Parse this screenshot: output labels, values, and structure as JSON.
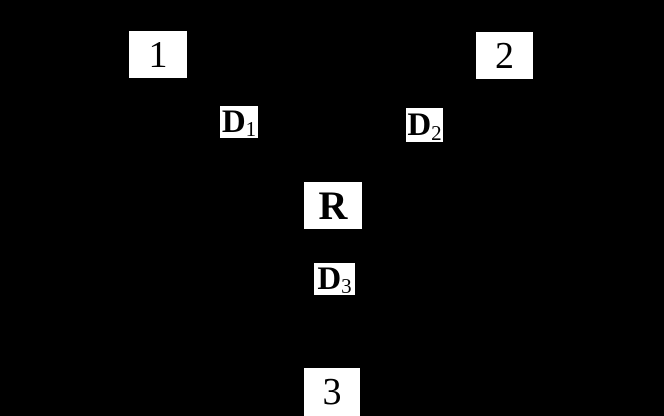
{
  "figure": {
    "colors": {
      "background": "#000000",
      "node_fill": "#ffffff",
      "text": "#000000"
    },
    "nodes": {
      "source1": {
        "label": "1"
      },
      "source2": {
        "label": "2"
      },
      "relay": {
        "label": "R"
      },
      "destination": {
        "label": "3"
      }
    },
    "edge_labels": {
      "d1": {
        "base": "D",
        "subscript": "1"
      },
      "d2": {
        "base": "D",
        "subscript": "2"
      },
      "d3": {
        "base": "D",
        "subscript": "3"
      }
    }
  }
}
